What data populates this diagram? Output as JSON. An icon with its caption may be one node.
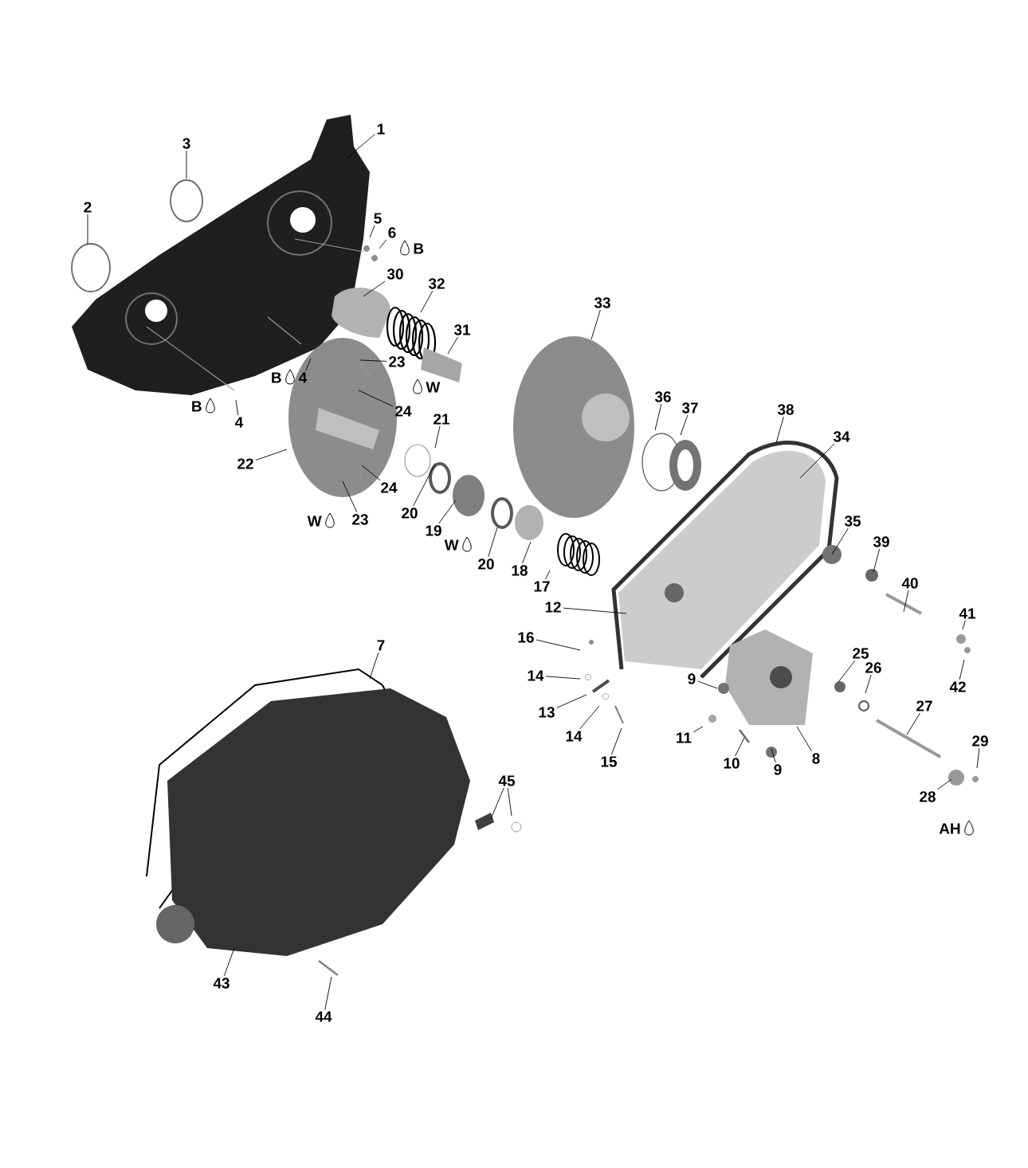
{
  "diagram": {
    "nodes": [
      {
        "text": [
          "1"
        ]
      },
      {
        "text": [
          "3"
        ]
      },
      {
        "text": [
          "2"
        ]
      },
      {
        "text": [
          "5"
        ]
      },
      {
        "text": [
          "6"
        ]
      },
      {
        "text": [
          "30"
        ]
      },
      {
        "text": [
          "33"
        ]
      },
      {
        "text": [
          "32"
        ]
      },
      {
        "text": [
          "31"
        ]
      },
      {
        "text": [
          "23"
        ]
      },
      {
        "text": [
          "4"
        ]
      },
      {
        "text": [
          "24"
        ]
      },
      {
        "text": [
          "36"
        ]
      },
      {
        "text": [
          "37"
        ]
      },
      {
        "text": [
          "38"
        ]
      },
      {
        "text": [
          "21"
        ]
      },
      {
        "text": [
          "4"
        ]
      },
      {
        "text": [
          "34"
        ]
      },
      {
        "text": [
          "22"
        ]
      },
      {
        "text": [
          "24"
        ]
      },
      {
        "text": [
          "23"
        ]
      },
      {
        "text": [
          "20"
        ]
      },
      {
        "text": [
          "35"
        ]
      },
      {
        "text": [
          "19"
        ]
      },
      {
        "text": [
          "39"
        ]
      },
      {
        "text": [
          "20"
        ]
      },
      {
        "text": [
          "18"
        ]
      },
      {
        "text": [
          "17"
        ]
      },
      {
        "text": [
          "40"
        ]
      },
      {
        "text": [
          "41"
        ]
      },
      {
        "text": [
          "12"
        ]
      },
      {
        "text": [
          "16"
        ]
      },
      {
        "text": [
          "7"
        ]
      },
      {
        "text": [
          "25"
        ]
      },
      {
        "text": [
          "14"
        ]
      },
      {
        "text": [
          "26"
        ]
      },
      {
        "text": [
          "9"
        ]
      },
      {
        "text": [
          "42"
        ]
      },
      {
        "text": [
          "13"
        ]
      },
      {
        "text": [
          "27"
        ]
      },
      {
        "text": [
          "14"
        ]
      },
      {
        "text": [
          "11"
        ]
      },
      {
        "text": [
          "15"
        ]
      },
      {
        "text": [
          "29"
        ]
      },
      {
        "text": [
          "8"
        ]
      },
      {
        "text": [
          "10"
        ]
      },
      {
        "text": [
          "9"
        ]
      },
      {
        "text": [
          "45"
        ]
      },
      {
        "text": [
          "28"
        ]
      },
      {
        "text": [
          "43"
        ]
      },
      {
        "text": [
          "44"
        ]
      }
    ],
    "edges": [
      {
        "from": 0,
        "to": null,
        "arrow": "none"
      },
      {
        "from": 1,
        "to": null,
        "arrow": "none"
      },
      {
        "from": 2,
        "to": null,
        "arrow": "none"
      },
      {
        "from": 3,
        "to": null,
        "arrow": "none"
      },
      {
        "from": 4,
        "to": null,
        "arrow": "none"
      },
      {
        "from": 5,
        "to": null,
        "arrow": "none"
      },
      {
        "from": 6,
        "to": null,
        "arrow": "none"
      },
      {
        "from": 7,
        "to": null,
        "arrow": "none"
      },
      {
        "from": 8,
        "to": null,
        "arrow": "none"
      },
      {
        "from": 9,
        "to": null,
        "arrow": "none"
      },
      {
        "from": 10,
        "to": null,
        "arrow": "none"
      },
      {
        "from": 11,
        "to": null,
        "arrow": "none"
      },
      {
        "from": 12,
        "to": null,
        "arrow": "none"
      },
      {
        "from": 13,
        "to": null,
        "arrow": "none"
      },
      {
        "from": 14,
        "to": null,
        "arrow": "none"
      },
      {
        "from": 15,
        "to": null,
        "arrow": "none"
      },
      {
        "from": 16,
        "to": null,
        "arrow": "none"
      },
      {
        "from": 17,
        "to": null,
        "arrow": "none"
      },
      {
        "from": 18,
        "to": null,
        "arrow": "none"
      },
      {
        "from": 19,
        "to": null,
        "arrow": "none"
      },
      {
        "from": 20,
        "to": null,
        "arrow": "none"
      },
      {
        "from": 21,
        "to": null,
        "arrow": "none"
      },
      {
        "from": 22,
        "to": null,
        "arrow": "none"
      },
      {
        "from": 23,
        "to": null,
        "arrow": "none"
      },
      {
        "from": 24,
        "to": null,
        "arrow": "none"
      },
      {
        "from": 25,
        "to": null,
        "arrow": "none"
      },
      {
        "from": 26,
        "to": null,
        "arrow": "none"
      },
      {
        "from": 27,
        "to": null,
        "arrow": "none"
      },
      {
        "from": 28,
        "to": null,
        "arrow": "none"
      },
      {
        "from": 29,
        "to": null,
        "arrow": "none"
      },
      {
        "from": 30,
        "to": null,
        "arrow": "none"
      },
      {
        "from": 31,
        "to": null,
        "arrow": "none"
      },
      {
        "from": 32,
        "to": null,
        "arrow": "none"
      },
      {
        "from": 33,
        "to": null,
        "arrow": "none"
      },
      {
        "from": 34,
        "to": null,
        "arrow": "none"
      },
      {
        "from": 35,
        "to": null,
        "arrow": "none"
      },
      {
        "from": 36,
        "to": null,
        "arrow": "none"
      },
      {
        "from": 37,
        "to": null,
        "arrow": "none"
      },
      {
        "from": 38,
        "to": null,
        "arrow": "none"
      },
      {
        "from": 39,
        "to": null,
        "arrow": "none"
      },
      {
        "from": 40,
        "to": null,
        "arrow": "none"
      },
      {
        "from": 41,
        "to": null,
        "arrow": "none"
      },
      {
        "from": 42,
        "to": null,
        "arrow": "none"
      },
      {
        "from": 43,
        "to": null,
        "arrow": "none"
      },
      {
        "from": 44,
        "to": null,
        "arrow": "none"
      },
      {
        "from": 45,
        "to": null,
        "arrow": "none"
      },
      {
        "from": 46,
        "to": null,
        "arrow": "none"
      },
      {
        "from": 47,
        "to": null,
        "arrow": "none"
      },
      {
        "from": 47,
        "to": null,
        "arrow": "none"
      },
      {
        "from": 48,
        "to": null,
        "arrow": "none"
      },
      {
        "from": 49,
        "to": null,
        "arrow": "none"
      },
      {
        "from": 50,
        "to": null,
        "arrow": "none"
      }
    ],
    "labels": [
      "B",
      "B",
      "B",
      "W",
      "W",
      "W",
      "AH"
    ]
  }
}
